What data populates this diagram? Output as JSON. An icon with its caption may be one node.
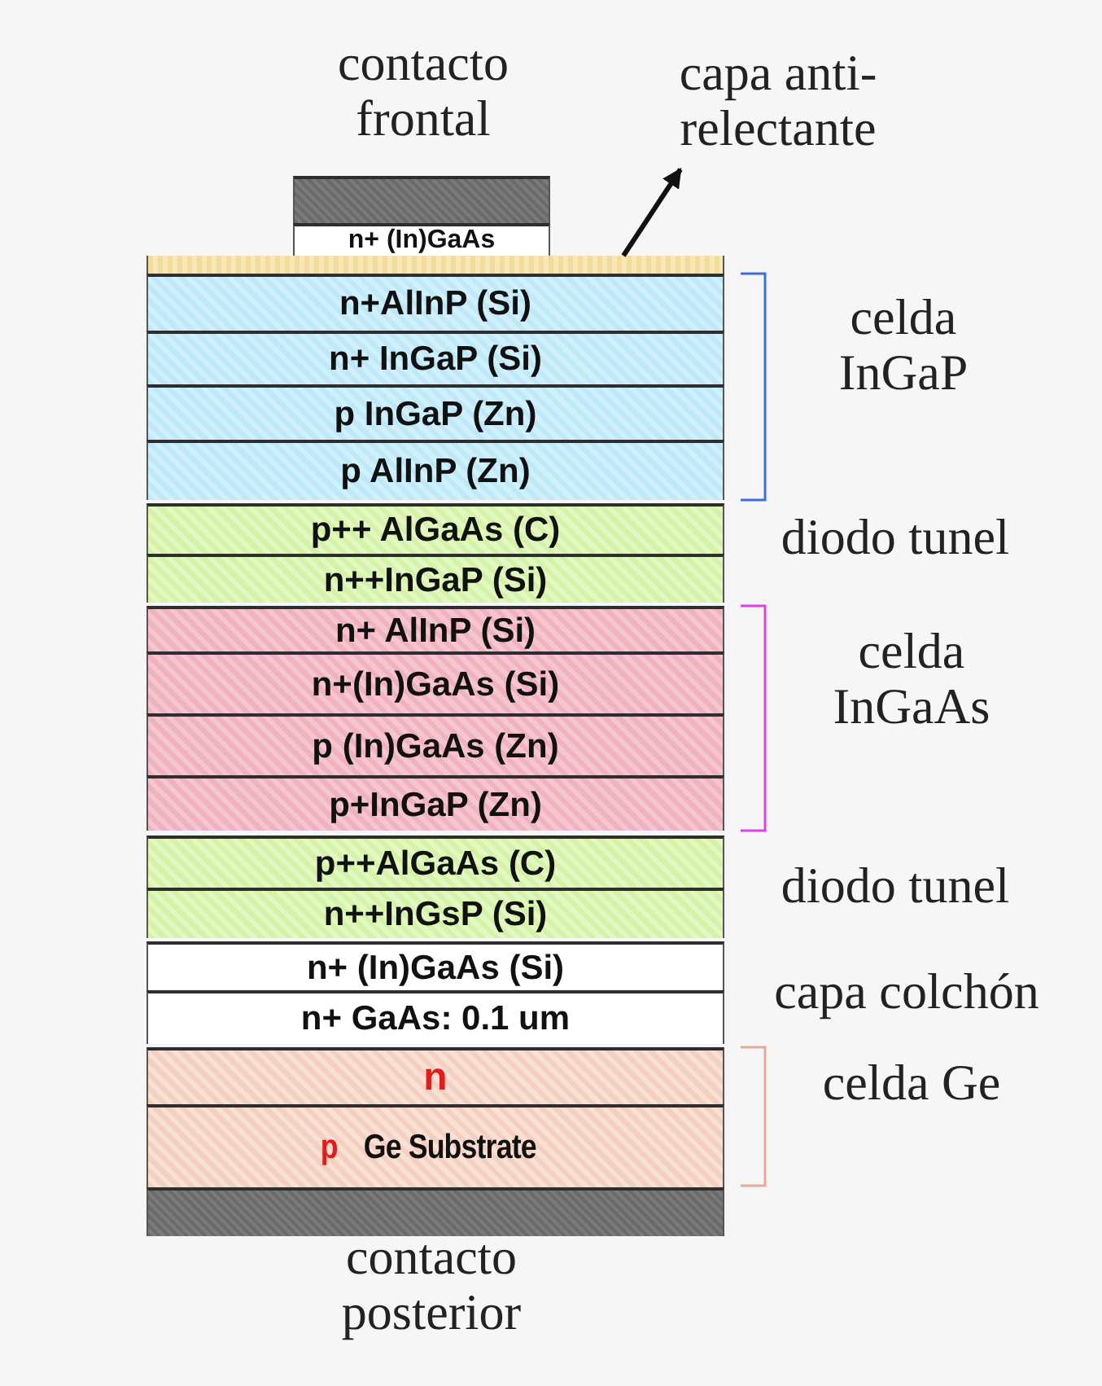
{
  "diagram": {
    "nodes": [
      {
        "text": [
          "capa anti-relectante"
        ]
      },
      {
        "text": [],
        "shape": "box"
      },
      {
        "text": [
          "n+ (In)GaAs"
        ]
      },
      {
        "text": [],
        "shape": "bar"
      },
      {
        "text": [
          "n+AlInP (Si)"
        ]
      },
      {
        "text": [
          "n+ InGaP (Si)"
        ]
      },
      {
        "text": [
          "p InGaP (Zn)"
        ]
      },
      {
        "text": [
          "p AlInP (Zn)"
        ]
      },
      {
        "text": [
          "p++ AlGaAs (C)"
        ]
      },
      {
        "text": [
          "n++InGaP (Si)"
        ]
      },
      {
        "text": [
          "n+ AlInP (Si)"
        ]
      },
      {
        "text": [
          "n+(In)GaAs (Si)"
        ]
      },
      {
        "text": [
          "p (In)GaAs (Zn)"
        ]
      },
      {
        "text": [
          "p+InGaP (Zn)"
        ]
      },
      {
        "text": [
          "p++AlGaAs (C)"
        ]
      },
      {
        "text": [
          "n++InGsP (Si)"
        ]
      },
      {
        "text": [
          "n+ (In)GaAs (Si)"
        ]
      },
      {
        "text": [
          "n+ GaAs: 0.1 um"
        ]
      },
      {
        "text": [
          "n"
        ]
      },
      {
        "text": [
          "p",
          "Ge Substrate"
        ]
      },
      {
        "text": [],
        "shape": "box"
      }
    ],
    "edges": [
      {
        "from": 3,
        "to": 0,
        "arrow": "to"
      }
    ],
    "labels": [
      "contacto frontal",
      "celda InGaP",
      "diodo tunel",
      "celda InGaAs",
      "diodo tunel",
      "capa colchón",
      "celda Ge",
      "contacto posterior"
    ]
  }
}
